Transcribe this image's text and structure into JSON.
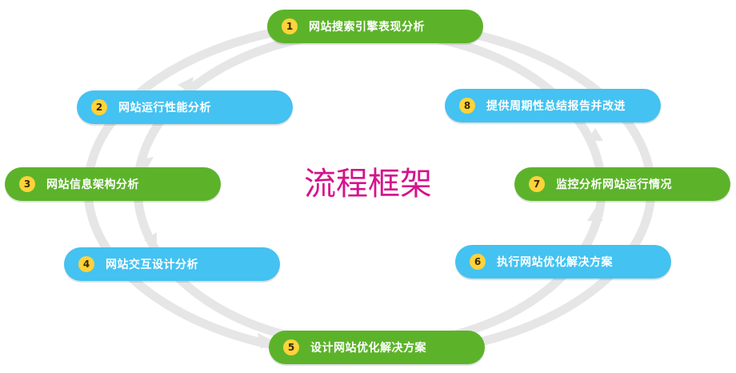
{
  "title": "流程框架",
  "colors": {
    "green": "#5cb32a",
    "blue": "#44c2f1",
    "badge": "#ffd33a",
    "title": "#d4148c",
    "ring": "#e6e6e6"
  },
  "steps": [
    {
      "num": "1",
      "label": "网站搜索引擎表现分析",
      "color": "green"
    },
    {
      "num": "2",
      "label": "网站运行性能分析",
      "color": "blue"
    },
    {
      "num": "3",
      "label": "网站信息架构分析",
      "color": "green"
    },
    {
      "num": "4",
      "label": "网站交互设计分析",
      "color": "blue"
    },
    {
      "num": "5",
      "label": "设计网站优化解决方案",
      "color": "green"
    },
    {
      "num": "6",
      "label": "执行网站优化解决方案",
      "color": "blue"
    },
    {
      "num": "7",
      "label": "监控分析网站运行情况",
      "color": "green"
    },
    {
      "num": "8",
      "label": "提供周期性总结报告并改进",
      "color": "blue"
    }
  ]
}
